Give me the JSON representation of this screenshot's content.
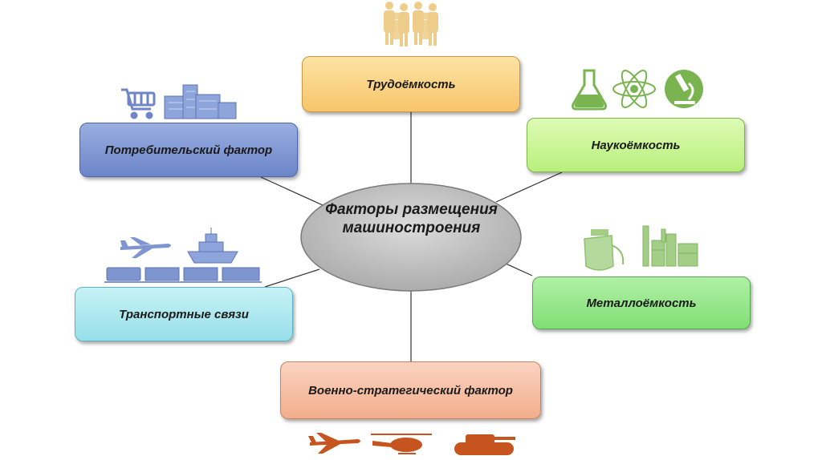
{
  "diagram": {
    "center_title": "Факторы размещения машиностроения",
    "factors": {
      "labor": "Трудоёмкость",
      "consumer": "Потребительский фактор",
      "science": "Наукоёмкость",
      "metal": "Металлоёмкость",
      "transport": "Транспортные связи",
      "military": "Военно-стратегический фактор"
    }
  },
  "colors": {
    "labor": "#f7c56a",
    "consumer": "#6b85c9",
    "science": "#b9ef7d",
    "metal": "#81de74",
    "transport": "#97dfe9",
    "military": "#f2ae8d",
    "center": "#b8b8b8",
    "icon_people": "#eecd8a",
    "icon_blue": "#6f85c7",
    "icon_green": "#79b450",
    "icon_orange": "#c6541f"
  },
  "icons": [
    "people-icon",
    "shopping-cart-icon",
    "factory-building-icon",
    "flask-icon",
    "atom-icon",
    "microscope-icon",
    "ladle-icon",
    "industrial-plant-icon",
    "airplane-icon",
    "ship-icon",
    "train-icon",
    "fighter-jet-icon",
    "helicopter-icon",
    "tank-icon"
  ]
}
